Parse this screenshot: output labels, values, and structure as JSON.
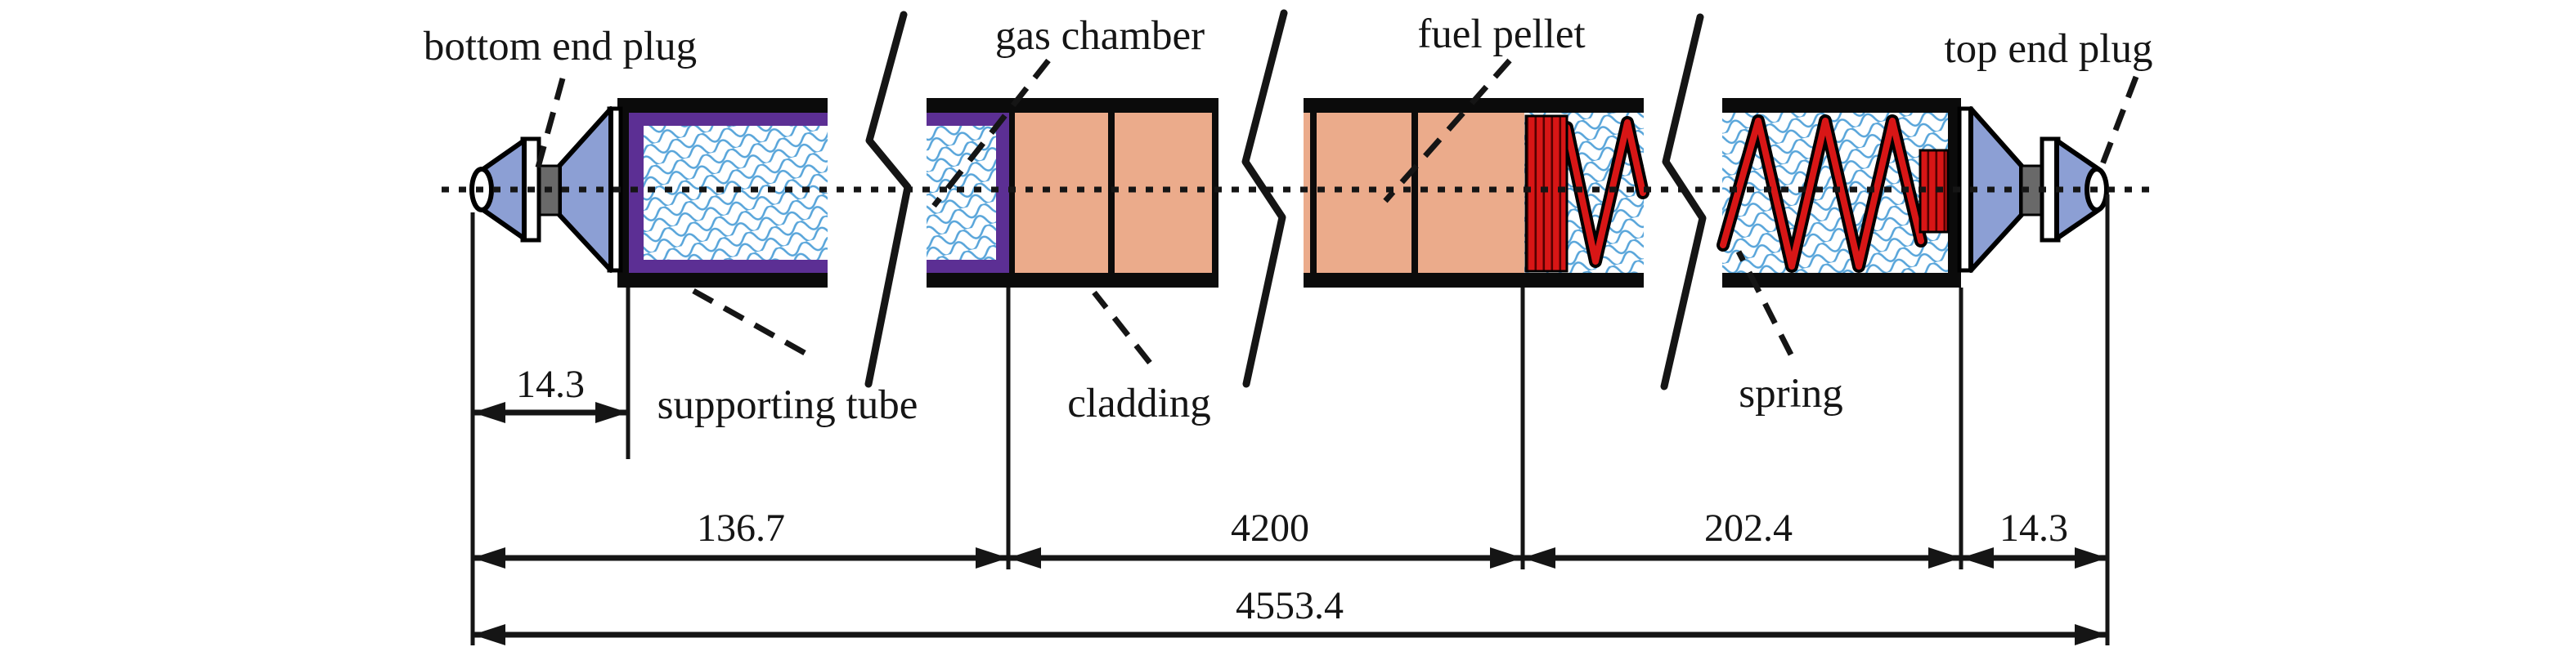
{
  "labels": {
    "bottom_end_plug": "bottom end plug",
    "gas_chamber": "gas chamber",
    "fuel_pellet": "fuel pellet",
    "top_end_plug": "top end plug",
    "supporting_tube": "supporting tube",
    "cladding": "cladding",
    "spring": "spring"
  },
  "dimensions": {
    "bottom_plug": "14.3",
    "gas_chamber": "136.7",
    "fuel_stack": "4200",
    "spring_section": "202.4",
    "top_plug": "14.3",
    "total": "4553.4"
  },
  "colors": {
    "purple": "#5c2f94",
    "salmon": "#ebab8b",
    "blue": "#8c9fd4",
    "gray": "#696969",
    "hatch": "#58a5da",
    "red": "#d81616",
    "ink": "#151515"
  }
}
